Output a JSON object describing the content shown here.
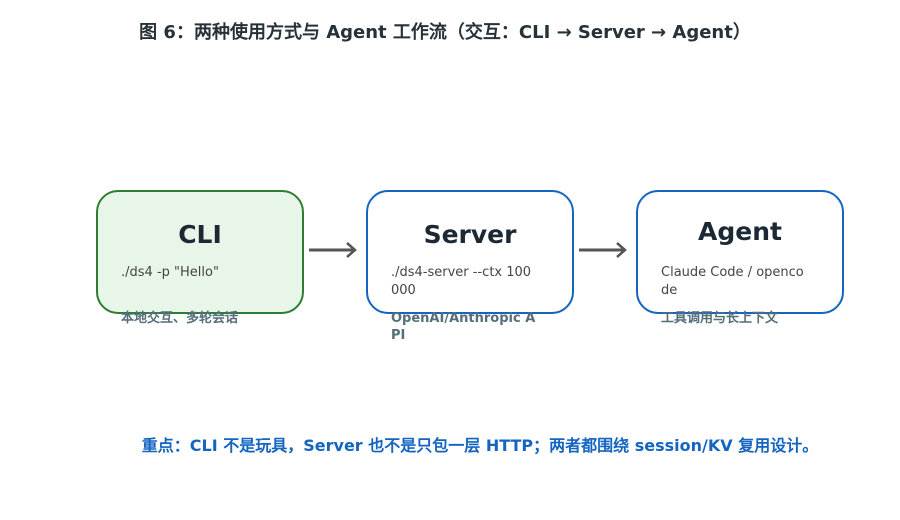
{
  "title": "图 6：两种使用方式与 Agent 工作流（交互：CLI → Server → Agent）",
  "boxes": {
    "cli": {
      "title": "CLI",
      "command": "./ds4 -p \"Hello\"",
      "note": "本地交互、多轮会话"
    },
    "server": {
      "title": "Server",
      "command": "./ds4-server --ctx 100000",
      "note": "OpenAI/Anthropic API"
    },
    "agent": {
      "title": "Agent",
      "command": "Claude Code / opencode",
      "note": "工具调用与长上下文"
    }
  },
  "footer": "重点：CLI 不是玩具，Server 也不是只包一层 HTTP；两者都围绕 session/KV 复用设计。",
  "colors": {
    "cli_border": "#2e7d32",
    "cli_fill": "#e8f5e9",
    "box_border": "#1565c0",
    "footer_text": "#1565c0",
    "arrow": "#555555"
  }
}
